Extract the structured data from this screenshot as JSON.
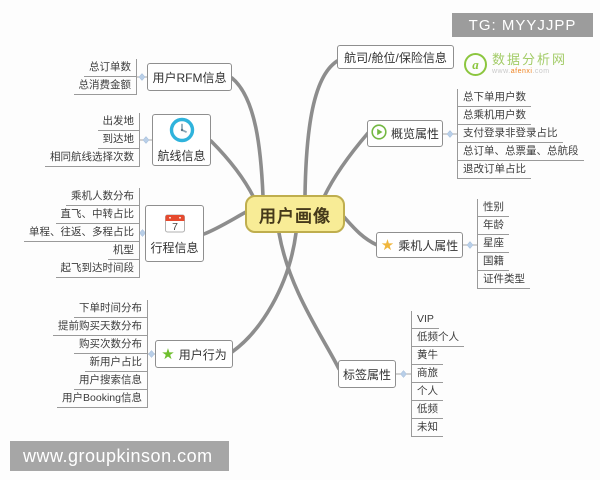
{
  "watermarks": {
    "top": "TG: MYYJJPP",
    "bottom": "www.groupkinson.com"
  },
  "logo": {
    "symbol": "a",
    "name": "数据分析网",
    "url_www": "www.",
    "url_domain": "afenxi",
    "url_tld": ".com"
  },
  "center": {
    "label": "用户画像"
  },
  "branches": [
    {
      "id": "rfm",
      "label": "用户RFM信息",
      "icon": null,
      "leaves": [
        "总订单数",
        "总消费金额"
      ]
    },
    {
      "id": "route",
      "label": "航线信息",
      "icon": "clock-icon",
      "leaves": [
        "出发地",
        "到达地",
        "相同航线选择次数"
      ]
    },
    {
      "id": "trip",
      "label": "行程信息",
      "icon": "calendar-icon",
      "icon_day": "7",
      "leaves": [
        "乘机人数分布",
        "直飞、中转占比",
        "单程、往返、多程占比",
        "机型",
        "起飞到达时间段"
      ]
    },
    {
      "id": "behavior",
      "label": "用户行为",
      "icon": "green-star-icon",
      "icon_glyph": "★",
      "leaves": [
        "下单时间分布",
        "提前购买天数分布",
        "购买次数分布",
        "新用户占比",
        "用户搜索信息",
        "用户Booking信息"
      ]
    },
    {
      "id": "airline",
      "label": "航司/舱位/保险信息",
      "icon": null,
      "leaves": []
    },
    {
      "id": "overview",
      "label": "概览属性",
      "icon": "play-icon",
      "leaves": [
        "总下单用户数",
        "总乘机用户数",
        "支付登录非登录占比",
        "总订单、总票量、总航段",
        "退改订单占比"
      ]
    },
    {
      "id": "passenger",
      "label": "乘机人属性",
      "icon": "yellow-star-icon",
      "icon_glyph": "★",
      "leaves": [
        "性别",
        "年龄",
        "星座",
        "国籍",
        "证件类型"
      ]
    },
    {
      "id": "tag",
      "label": "标签属性",
      "icon": null,
      "leaves": [
        "VIP",
        "低频个人",
        "黄牛",
        "商旅",
        "个人",
        "低频",
        "未知"
      ]
    }
  ],
  "colors": {
    "center_fill": "#f8ec96",
    "center_border": "#bfae4e",
    "branch_border": "#8f8f8f",
    "wire": "#8d8d8d",
    "leaf_line": "#9a9a9a",
    "diamond": "#b9cfe8",
    "green_accent": "#6fbf2e",
    "yellow_accent": "#f0b63c",
    "clock_blue": "#2fb3dc",
    "calendar_red": "#e64a2e",
    "watermark_gray": "#9c9c9c"
  }
}
